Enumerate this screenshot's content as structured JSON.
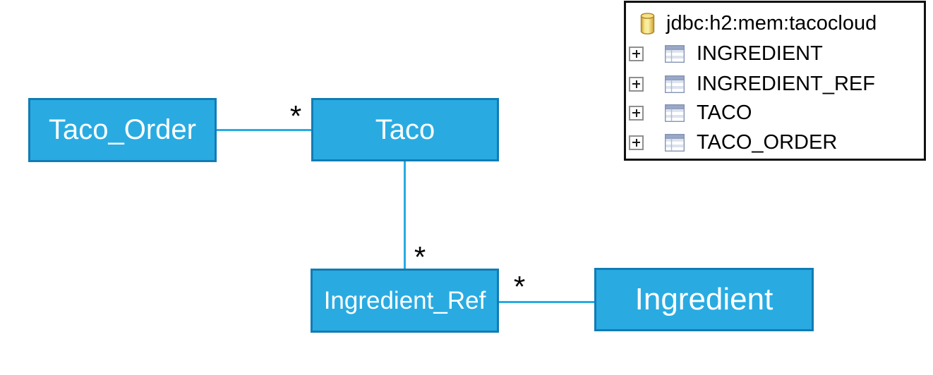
{
  "diagram": {
    "entities": [
      {
        "id": "taco_order",
        "label": "Taco_Order"
      },
      {
        "id": "taco",
        "label": "Taco"
      },
      {
        "id": "ingredient_ref",
        "label": "Ingredient_Ref"
      },
      {
        "id": "ingredient",
        "label": "Ingredient"
      }
    ],
    "relations": [
      {
        "from": "Taco_Order",
        "to": "Taco",
        "multiplicity": "*"
      },
      {
        "from": "Taco",
        "to": "Ingredient_Ref",
        "multiplicity": "*"
      },
      {
        "from": "Ingredient_Ref",
        "to": "Ingredient",
        "multiplicity": "*"
      }
    ],
    "colors": {
      "entity_fill": "#29abe2",
      "entity_border": "#127cb4",
      "connector": "#29abe2",
      "entity_text": "#ffffff",
      "multiplicity_text": "#000000"
    }
  },
  "db_browser": {
    "connection": {
      "icon": "database-icon",
      "label": "jdbc:h2:mem:tacocloud"
    },
    "tables": [
      {
        "expander_icon": "plus-expander-icon",
        "icon": "table-icon",
        "label": "INGREDIENT"
      },
      {
        "expander_icon": "plus-expander-icon",
        "icon": "table-icon",
        "label": "INGREDIENT_REF"
      },
      {
        "expander_icon": "plus-expander-icon",
        "icon": "table-icon",
        "label": "TACO"
      },
      {
        "expander_icon": "plus-expander-icon",
        "icon": "table-icon",
        "label": "TACO_ORDER"
      }
    ]
  }
}
